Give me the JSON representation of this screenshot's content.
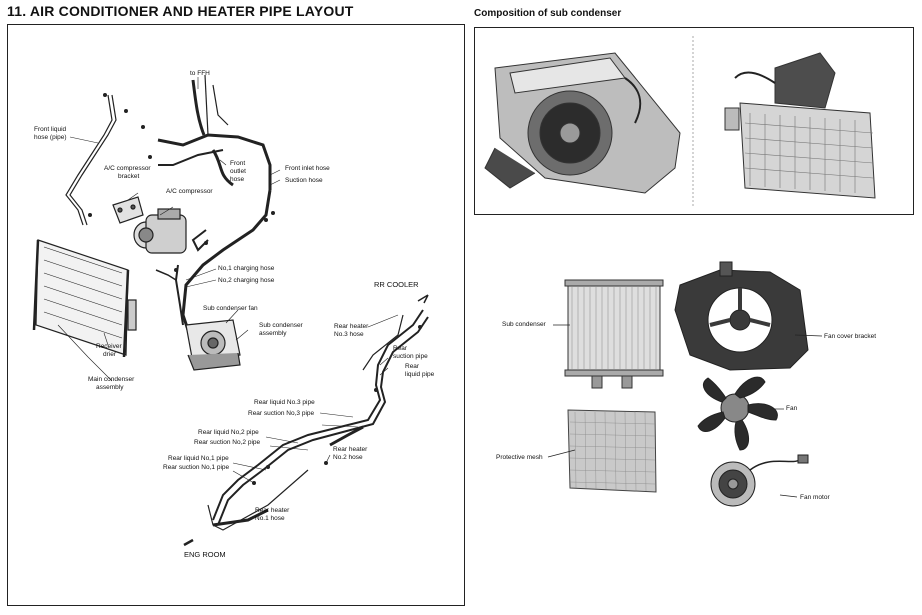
{
  "header": {
    "title": "11. AIR CONDITIONER AND HEATER PIPE LAYOUT",
    "subtitle": "Composition of sub condenser"
  },
  "diagram": {
    "to_ffh": "to FFH",
    "front_liquid_hose_1": "Front liquid",
    "front_liquid_hose_2": "hose (pipe)",
    "ac_compressor_bracket_1": "A/C compressor",
    "ac_compressor_bracket_2": "bracket",
    "ac_compressor": "A/C compressor",
    "front_outlet_hose_1": "Front",
    "front_outlet_hose_2": "outlet",
    "front_outlet_hose_3": "hose",
    "front_inlet_hose": "Front inlet hose",
    "suction_hose": "Suction hose",
    "no1_charging_hose": "No,1 charging hose",
    "no2_charging_hose": "No,2 charging hose",
    "sub_condenser_fan": "Sub condenser fan",
    "sub_condenser_assembly_1": "Sub condenser",
    "sub_condenser_assembly_2": "assembly",
    "receiver_drier_1": "Receiver",
    "receiver_drier_2": "drier",
    "main_condenser_assembly_1": "Main condenser",
    "main_condenser_assembly_2": "assembly",
    "rr_cooler": "RR COOLER",
    "rear_heater_no3_hose_1": "Rear heater",
    "rear_heater_no3_hose_2": "No.3 hose",
    "rear_suction_pipe_1": "Rear",
    "rear_suction_pipe_2": "suction pipe",
    "rear_liquid_pipe_1": "Rear",
    "rear_liquid_pipe_2": "liquid pipe",
    "rear_liquid_no3_pipe": "Rear liquid No.3 pipe",
    "rear_suction_no3_pipe": "Rear suction No,3 pipe",
    "rear_liquid_no2_pipe": "Rear liquid No,2 pipe",
    "rear_suction_no2_pipe": "Rear suction No,2 pipe",
    "rear_heater_no2_hose_1": "Rear heater",
    "rear_heater_no2_hose_2": "No.2 hose",
    "rear_liquid_no1_pipe": "Rear liquid No,1 pipe",
    "rear_suction_no1_pipe": "Rear suction No,1 pipe",
    "rear_heater_no1_hose_1": "Rear heater",
    "rear_heater_no1_hose_2": "No.1 hose",
    "eng_room": "ENG ROOM"
  },
  "components": {
    "sub_condenser": "Sub condenser",
    "fan_cover_bracket": "Fan cover bracket",
    "fan": "Fan",
    "protective_mesh": "Protective mesh",
    "fan_motor": "Fan motor"
  }
}
